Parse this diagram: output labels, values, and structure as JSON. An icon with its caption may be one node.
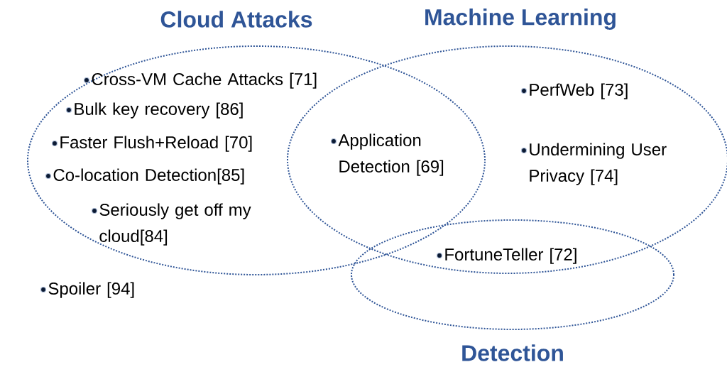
{
  "diagram": {
    "nodes": [
      {
        "text": [
          "Cloud Attacks"
        ]
      },
      {
        "text": [
          "Machine Learning"
        ]
      },
      {
        "text": [
          "Detection"
        ]
      }
    ],
    "labels": [
      "Cross-VM Cache Attacks [71]",
      "Bulk key recovery [86]",
      "Faster Flush+Reload [70]",
      "Co-location Detection[85]",
      "Seriously get off my cloud[84]",
      "Application Detection [69]",
      "PerfWeb [73]",
      "Undermining User Privacy [74]",
      "FortuneTeller [72]",
      "Spoiler [94]"
    ]
  }
}
